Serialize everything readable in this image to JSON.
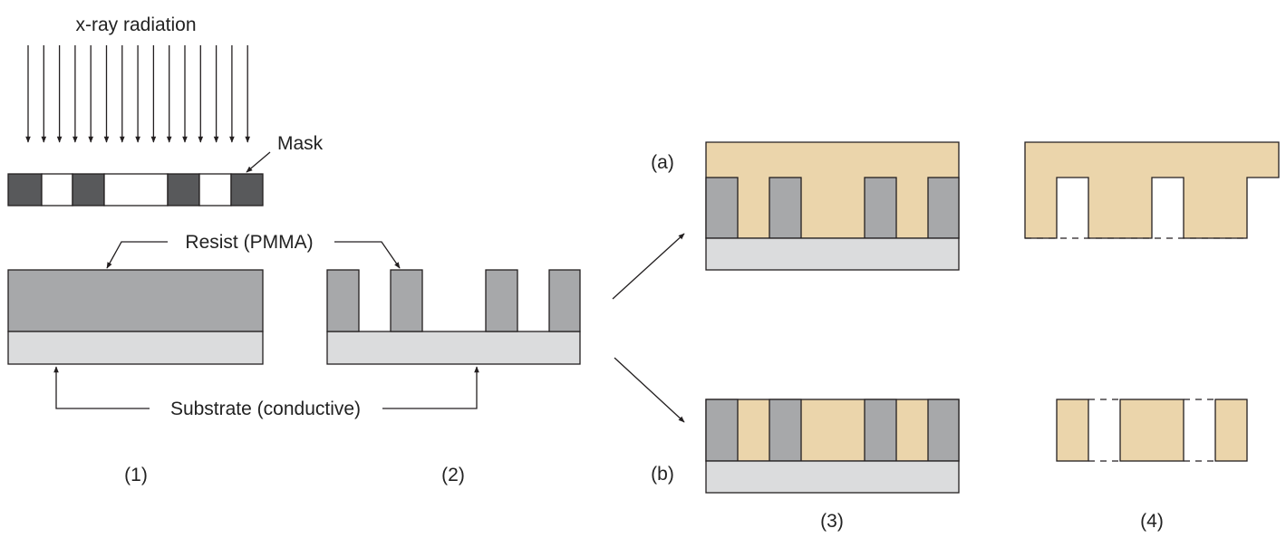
{
  "labels": {
    "radiation": "x-ray radiation",
    "mask": "Mask",
    "resist": "Resist (PMMA)",
    "substrate": "Substrate (conductive)",
    "step1": "(1)",
    "step2": "(2)",
    "step3": "(3)",
    "step4": "(4)",
    "path_a": "(a)",
    "path_b": "(b)"
  },
  "colors": {
    "resist": "#a7a8aa",
    "substrate": "#dbdcdd",
    "mask_opaque": "#58595b",
    "deposit": "#ebd5ab",
    "stroke": "#231f20"
  }
}
